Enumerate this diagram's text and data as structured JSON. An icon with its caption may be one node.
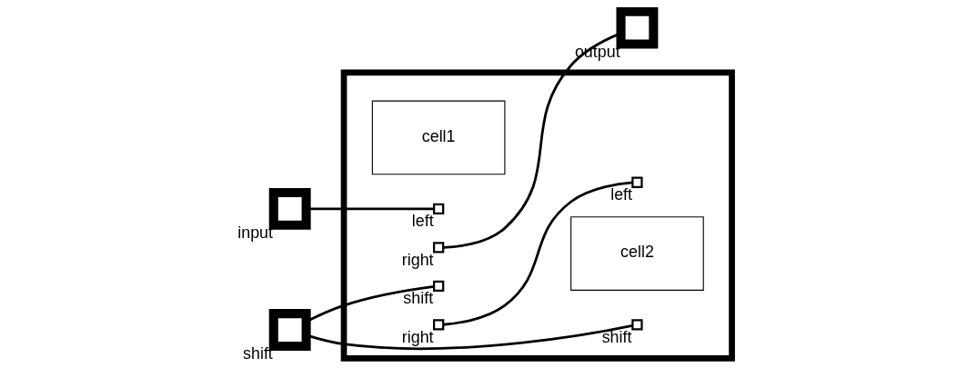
{
  "diagram": {
    "nodes": [
      {
        "text": [],
        "shape": "box"
      },
      {
        "text": [],
        "shape": "box",
        "beside": [
          "input"
        ]
      },
      {
        "text": [
          "cell1"
        ],
        "in": 0
      },
      {
        "text": [],
        "shape": "box",
        "beside": [
          "left"
        ],
        "in": 0
      },
      {
        "text": [],
        "shape": "box",
        "beside": [
          "right"
        ],
        "in": 0
      },
      {
        "text": [],
        "shape": "box",
        "beside": [
          "shift"
        ],
        "in": 0
      },
      {
        "text": [
          "cell2"
        ],
        "in": 0
      },
      {
        "text": [],
        "shape": "box",
        "beside": [
          "left"
        ],
        "in": 0
      },
      {
        "text": [],
        "shape": "box",
        "beside": [
          "shift"
        ],
        "in": 0
      },
      {
        "text": [],
        "shape": "box",
        "beside": [
          "right"
        ],
        "in": 0
      },
      {
        "text": [],
        "shape": "box",
        "beside": [
          "output"
        ]
      },
      {
        "text": [],
        "shape": "box",
        "beside": [
          "shift"
        ]
      }
    ],
    "edges": [
      {
        "from": 1,
        "to": 3,
        "arrow": "none"
      },
      {
        "from": 4,
        "to": 7,
        "arrow": "none"
      },
      {
        "from": 11,
        "to": 5,
        "arrow": "none"
      },
      {
        "from": 11,
        "to": 8,
        "arrow": "none"
      },
      {
        "from": 9,
        "to": 10,
        "arrow": "none"
      }
    ]
  }
}
